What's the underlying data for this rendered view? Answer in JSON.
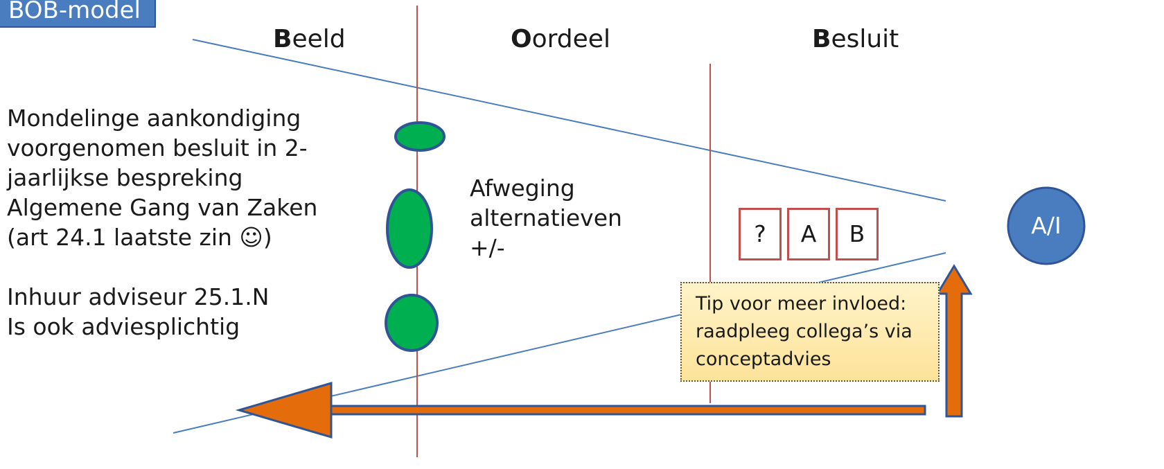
{
  "title": "BOB-model",
  "columns": [
    {
      "bold": "B",
      "rest": "eeld"
    },
    {
      "bold": "O",
      "rest": "ordeel"
    },
    {
      "bold": "B",
      "rest": "esluit"
    }
  ],
  "left_text": {
    "lines": [
      "Mondelinge aankondiging",
      "voorgenomen besluit in 2-",
      "jaarlijkse bespreking",
      "Algemene Gang van Zaken",
      "(art 24.1 laatste zin ☺)"
    ],
    "note_lines": [
      "Inhuur adviseur 25.1.N",
      "Is ook adviesplichtig"
    ]
  },
  "middle_text": [
    "Afweging",
    "alternatieven",
    "+/-"
  ],
  "choices": [
    "?",
    "A",
    "B"
  ],
  "tip": [
    "Tip voor meer invloed:",
    "raadpleeg collega’s via",
    "conceptadvies"
  ],
  "circle_label": "A/I",
  "colors": {
    "blue_line": "#4a7cc0",
    "red_line": "#c0504d",
    "ellipse_fill": "#00b050",
    "ellipse_stroke": "#2f5597",
    "arrow_fill": "#e46c0a",
    "arrow_stroke": "#2f5597",
    "circle_fill": "#4a7cc0"
  }
}
